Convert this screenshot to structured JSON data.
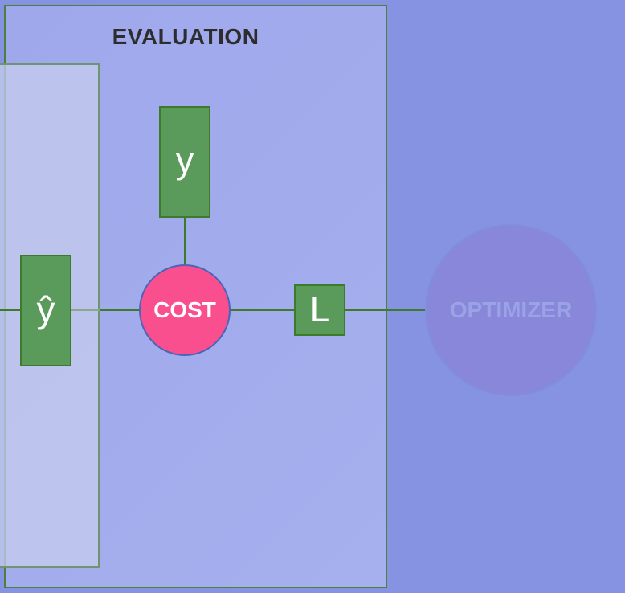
{
  "evaluation": {
    "title": "EVALUATION"
  },
  "nodes": {
    "y_label": "y",
    "y_hat_label": "ŷ",
    "cost_label": "COST",
    "loss_label": "L",
    "optimizer_label": "OPTIMIZER"
  },
  "colors": {
    "background": "#8692e2",
    "evaluation_panel": "#a2acec",
    "node_green": "#5a9a5a",
    "connector_green": "#3f7a2a",
    "cost_pink": "#fa4f8e",
    "optimizer_purple": "#8987da"
  }
}
